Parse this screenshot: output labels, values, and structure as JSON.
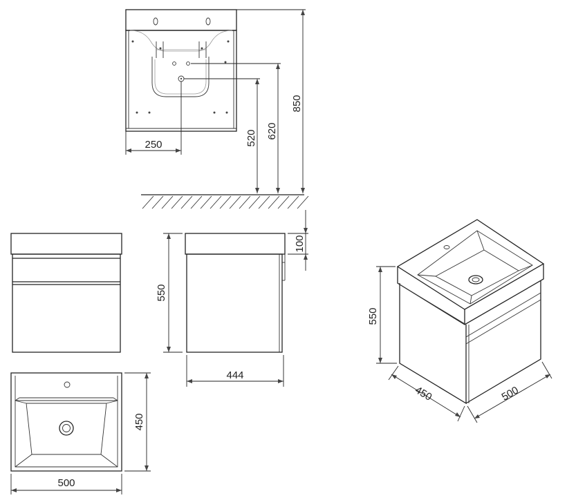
{
  "dimensions": {
    "top_width_offset": "250",
    "height_520": "520",
    "height_620": "620",
    "height_850": "850",
    "basin_height": "100",
    "cabinet_height_side": "550",
    "depth_444": "444",
    "depth_450": "450",
    "width_500_plan": "500",
    "iso_height": "550",
    "iso_depth": "450",
    "iso_width": "500"
  }
}
